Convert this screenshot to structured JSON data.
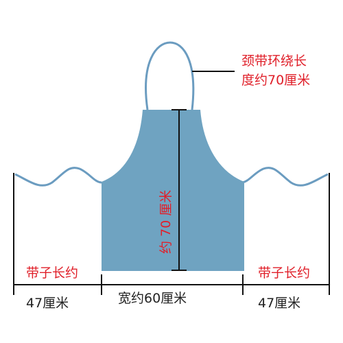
{
  "labels": {
    "neck_line1": "颈带环绕长",
    "neck_line2": "度约70厘米",
    "length": "约 70 厘米",
    "tie_left_line1": "带子长约",
    "tie_left_line2": "47厘米",
    "tie_right_line1": "带子长约",
    "tie_right_line2": "47厘米",
    "width": "宽约60厘米"
  },
  "colors": {
    "apron_fill": "#6fa3c1",
    "strap": "#6b9cc0",
    "text_red": "#e0202a",
    "line": "#111111"
  }
}
